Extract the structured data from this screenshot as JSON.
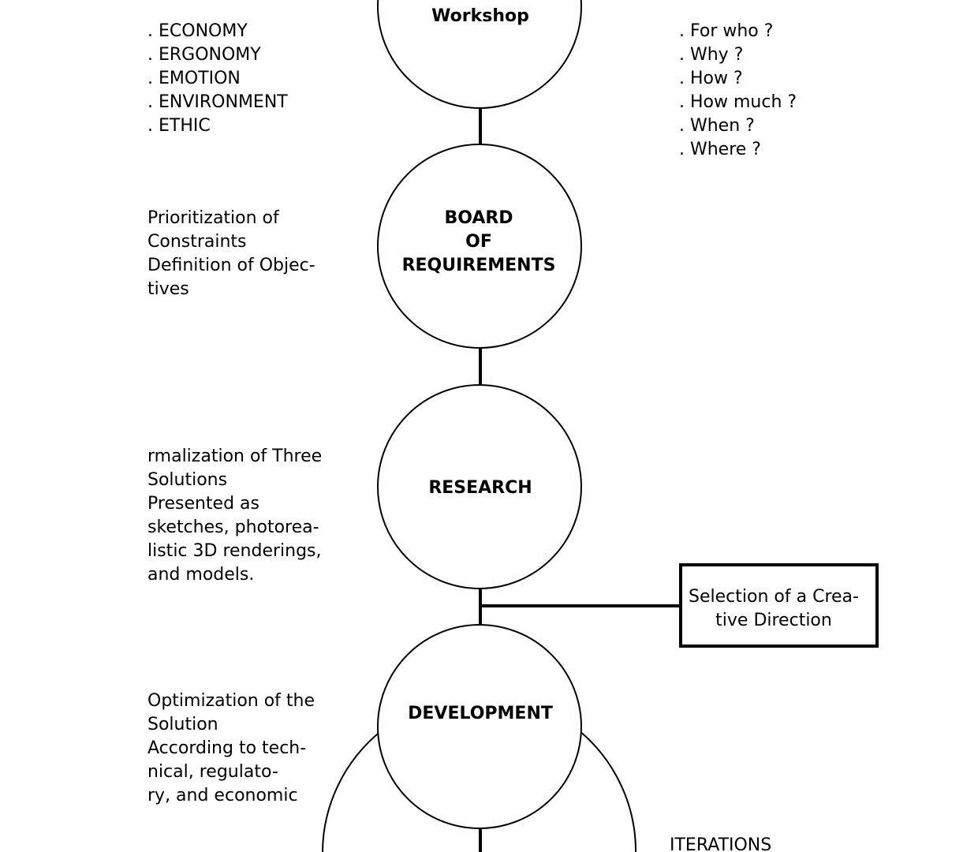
{
  "nodes": {
    "workshop": {
      "label": "Workshop"
    },
    "board": {
      "lines": [
        "BOARD",
        "OF",
        "REQUIREMENTS"
      ]
    },
    "research": {
      "label": "RESEARCH"
    },
    "development": {
      "label": "DEVELOPMENT"
    }
  },
  "criteria_list": [
    ". ECONOMY",
    ". ERGONOMY",
    ". EMOTION",
    ". ENVIRONMENT",
    ". ETHIC"
  ],
  "questions_list": [
    ". For who  ?",
    ". Why ?",
    ". How ?",
    ". How much ?",
    ". When ?",
    ". Where ?"
  ],
  "board_notes": [
    "Prioritization of",
    "Constraints",
    "Definition of Objec-",
    "tives"
  ],
  "research_notes": [
    "rmalization of Three",
    "Solutions",
    "Presented as",
    "sketches, photorea-",
    "listic 3D renderings,",
    "and models."
  ],
  "development_notes": [
    "Optimization of the",
    "Solution",
    "According to tech-",
    "nical, regulato-",
    "ry, and economic"
  ],
  "selection_box": {
    "lines": [
      "Selection of a Crea-",
      "tive Direction"
    ]
  },
  "iterations_label": "ITERATIONS"
}
